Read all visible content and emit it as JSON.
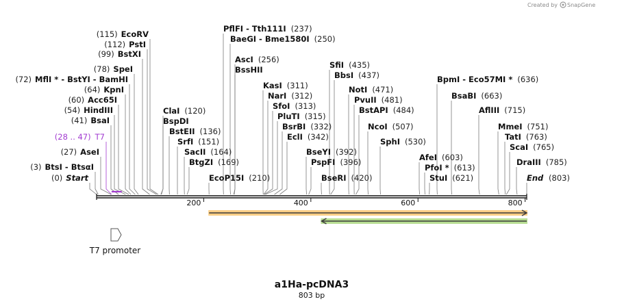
{
  "credit": {
    "prefix": "Created by",
    "brand": "SnapGene"
  },
  "title": "a1Ha-pcDNA3",
  "subtitle": "803 bp",
  "seq_length": 803,
  "ticks": [
    "200",
    "400",
    "600",
    "800"
  ],
  "features": {
    "t7_promoter": {
      "label": "T7 promoter",
      "start": 28,
      "end": 47
    },
    "orange_bar": {
      "start": 210,
      "end": 803,
      "color": "#f5a623"
    },
    "green_bar": {
      "start": 420,
      "end": 803,
      "color": "#7ec23a"
    }
  },
  "colors": {
    "t7": "#a23bd0",
    "orange": "#f5a623",
    "green": "#7ec23a"
  },
  "labels": [
    {
      "id": "start",
      "pos": "(0)",
      "name": "Start",
      "site": 0,
      "italic": true,
      "side": "left"
    },
    {
      "id": "btsi",
      "pos": "(3)",
      "name": "BtsI  - BtsαI",
      "site": 3,
      "side": "left"
    },
    {
      "id": "asei",
      "pos": "(27)",
      "name": "AseI",
      "site": 27,
      "side": "left"
    },
    {
      "id": "t7",
      "pos": "(28 .. 47)",
      "name": "T7",
      "site": 28,
      "side": "left",
      "t7": true
    },
    {
      "id": "bsai",
      "pos": "(41)",
      "name": "BsaI",
      "site": 41,
      "side": "left"
    },
    {
      "id": "hindiii",
      "pos": "(54)",
      "name": "HindIII",
      "site": 54,
      "side": "left"
    },
    {
      "id": "acc65i",
      "pos": "(60)",
      "name": "Acc65I",
      "site": 60,
      "side": "left"
    },
    {
      "id": "kpni",
      "pos": "(64)",
      "name": "KpnI",
      "site": 64,
      "side": "left"
    },
    {
      "id": "mfli",
      "pos": "(72)",
      "name": "MflI * - BstYI  - BamHI",
      "site": 72,
      "side": "left"
    },
    {
      "id": "spei",
      "pos": "(78)",
      "name": "SpeI",
      "site": 78,
      "side": "left"
    },
    {
      "id": "bstxi",
      "pos": "(99)",
      "name": "BstXI",
      "site": 99,
      "side": "left"
    },
    {
      "id": "psti",
      "pos": "(112)",
      "name": "PstI",
      "site": 112,
      "side": "left"
    },
    {
      "id": "ecorv",
      "pos": "(115)",
      "name": "EcoRV",
      "site": 115,
      "side": "left"
    },
    {
      "id": "clai",
      "pos": "(120)",
      "name": "ClaI",
      "site": 120,
      "side": "right"
    },
    {
      "id": "bspdi",
      "pos": "",
      "name": "BspDI",
      "site": 121,
      "side": "right"
    },
    {
      "id": "bsteii",
      "pos": "(136)",
      "name": "BstEII",
      "site": 136,
      "side": "right"
    },
    {
      "id": "srfi",
      "pos": "(151)",
      "name": "SrfI",
      "site": 151,
      "side": "right"
    },
    {
      "id": "sacii",
      "pos": "(164)",
      "name": "SacII",
      "site": 164,
      "side": "right"
    },
    {
      "id": "btgzi",
      "pos": "(169)",
      "name": "BtgZI",
      "site": 169,
      "side": "right"
    },
    {
      "id": "ecop15i",
      "pos": "(210)",
      "name": "EcoP15I",
      "site": 210,
      "side": "right"
    },
    {
      "id": "pflfi",
      "pos": "(237)",
      "name": "PflFI  - Tth111I",
      "site": 237,
      "side": "right"
    },
    {
      "id": "baegi",
      "pos": "(250)",
      "name": "BaeGI  - Bme1580I",
      "site": 250,
      "side": "right"
    },
    {
      "id": "asci",
      "pos": "(256)",
      "name": "AscI",
      "site": 256,
      "side": "right"
    },
    {
      "id": "bsshii",
      "pos": "",
      "name": "BssHII",
      "site": 257,
      "side": "right"
    },
    {
      "id": "kasi",
      "pos": "(311)",
      "name": "KasI",
      "site": 311,
      "side": "right"
    },
    {
      "id": "nari",
      "pos": "(312)",
      "name": "NarI",
      "site": 312,
      "side": "right"
    },
    {
      "id": "sfoi",
      "pos": "(313)",
      "name": "SfoI",
      "site": 313,
      "side": "right"
    },
    {
      "id": "pluti",
      "pos": "(315)",
      "name": "PluTI",
      "site": 315,
      "side": "right"
    },
    {
      "id": "bsrbi",
      "pos": "(332)",
      "name": "BsrBI",
      "site": 332,
      "side": "right"
    },
    {
      "id": "ecli",
      "pos": "(342)",
      "name": "EclI",
      "site": 342,
      "side": "right"
    },
    {
      "id": "bseyi",
      "pos": "(392)",
      "name": "BseYI",
      "site": 392,
      "side": "right"
    },
    {
      "id": "pspfi",
      "pos": "(396)",
      "name": "PspFI",
      "site": 396,
      "side": "right"
    },
    {
      "id": "bseri",
      "pos": "(420)",
      "name": "BseRI",
      "site": 420,
      "side": "right"
    },
    {
      "id": "sfii",
      "pos": "(435)",
      "name": "SfiI",
      "site": 435,
      "side": "right"
    },
    {
      "id": "bbsi",
      "pos": "(437)",
      "name": "BbsI",
      "site": 437,
      "side": "right"
    },
    {
      "id": "noti",
      "pos": "(471)",
      "name": "NotI",
      "site": 471,
      "side": "right"
    },
    {
      "id": "pvuii",
      "pos": "(481)",
      "name": "PvuII",
      "site": 481,
      "side": "right"
    },
    {
      "id": "bstapi",
      "pos": "(484)",
      "name": "BstAPI",
      "site": 484,
      "side": "right"
    },
    {
      "id": "ncoi",
      "pos": "(507)",
      "name": "NcoI",
      "site": 507,
      "side": "right"
    },
    {
      "id": "sphi",
      "pos": "(530)",
      "name": "SphI",
      "site": 530,
      "side": "right"
    },
    {
      "id": "afei",
      "pos": "(603)",
      "name": "AfeI",
      "site": 603,
      "side": "right"
    },
    {
      "id": "pfoi",
      "pos": "(613)",
      "name": "PfoI *",
      "site": 613,
      "side": "right"
    },
    {
      "id": "stui",
      "pos": "(621)",
      "name": "StuI",
      "site": 621,
      "side": "right"
    },
    {
      "id": "bpmi",
      "pos": "(636)",
      "name": "BpmI  - Eco57MI *",
      "site": 636,
      "side": "right"
    },
    {
      "id": "bsabi",
      "pos": "(663)",
      "name": "BsaBI",
      "site": 663,
      "side": "right"
    },
    {
      "id": "afliii",
      "pos": "(715)",
      "name": "AflIII",
      "site": 715,
      "side": "right"
    },
    {
      "id": "mmei",
      "pos": "(751)",
      "name": "MmeI",
      "site": 751,
      "side": "right"
    },
    {
      "id": "tati",
      "pos": "(763)",
      "name": "TatI",
      "site": 763,
      "side": "right"
    },
    {
      "id": "scai",
      "pos": "(765)",
      "name": "ScaI",
      "site": 765,
      "side": "right"
    },
    {
      "id": "draiii",
      "pos": "(785)",
      "name": "DraIII",
      "site": 785,
      "side": "right"
    },
    {
      "id": "end",
      "pos": "(803)",
      "name": "End",
      "site": 803,
      "italic": true,
      "side": "right"
    }
  ]
}
